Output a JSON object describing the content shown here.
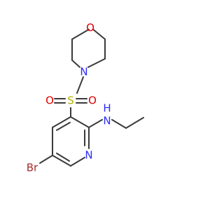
{
  "molecule": {
    "atoms": {
      "morpholine_o": {
        "label": "O",
        "color": "#e00000"
      },
      "morpholine_n": {
        "label": "N",
        "color": "#2a2aff"
      },
      "sulfur": {
        "label": "S",
        "color": "#b3b300"
      },
      "sulfonyl_o_left": {
        "label": "O",
        "color": "#e00000"
      },
      "sulfonyl_o_right": {
        "label": "O",
        "color": "#e00000"
      },
      "amine_h": {
        "label": "H",
        "color": "#2a2aff"
      },
      "amine_n": {
        "label": "N",
        "color": "#2a2aff"
      },
      "pyridine_n": {
        "label": "N",
        "color": "#2a2aff"
      },
      "bromine": {
        "label": "Br",
        "color": "#a52a2a"
      }
    }
  }
}
